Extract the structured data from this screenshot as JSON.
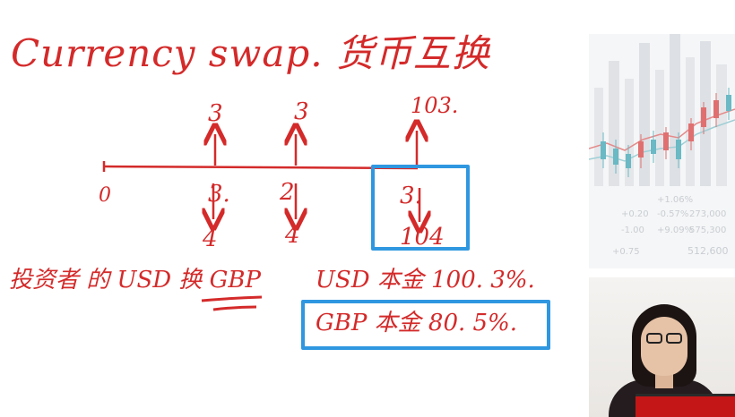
{
  "title": "Currency swap. 货币互换",
  "timeline": {
    "start_label": "0",
    "inflow_labels": [
      "3",
      "3",
      "103."
    ],
    "outflow_labels": [
      "3.",
      "2",
      "3."
    ],
    "outflow_values": [
      "4",
      "4",
      "104"
    ]
  },
  "notes": {
    "investor": "投资者 的 USD 换 GBP",
    "usd": "USD 本金 100. 3%.",
    "gbp": "GBP 本金 80. 5%."
  },
  "colors": {
    "ink": "#d42a2a",
    "highlight": "#2f97e0"
  },
  "side_panel": {
    "ticker_values": [
      "+9.09%",
      "575,300",
      "273,000",
      "+1.06%",
      "-0.57%",
      "+0.20",
      "-1.00",
      "+0.75",
      "512,600"
    ]
  }
}
